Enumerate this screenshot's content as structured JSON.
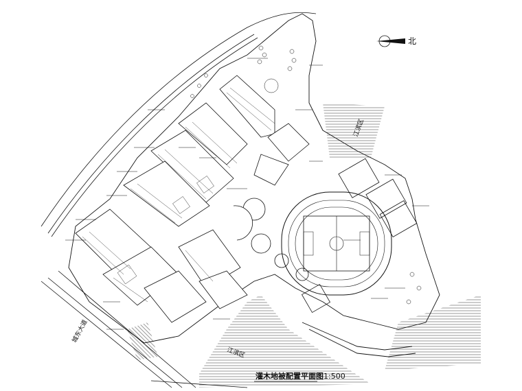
{
  "drawing": {
    "title": "灌木地被配置平面图",
    "scale": "1:500"
  },
  "north_arrow": {
    "label": "北",
    "icon": "north-arrow-icon"
  },
  "roads": [
    {
      "label": "城东大道"
    },
    {
      "label": "江滨区"
    }
  ],
  "zones": [
    {
      "label": "江滨区"
    }
  ],
  "colors": {
    "line": "#111111",
    "hatch": "#333333",
    "background": "#ffffff"
  }
}
